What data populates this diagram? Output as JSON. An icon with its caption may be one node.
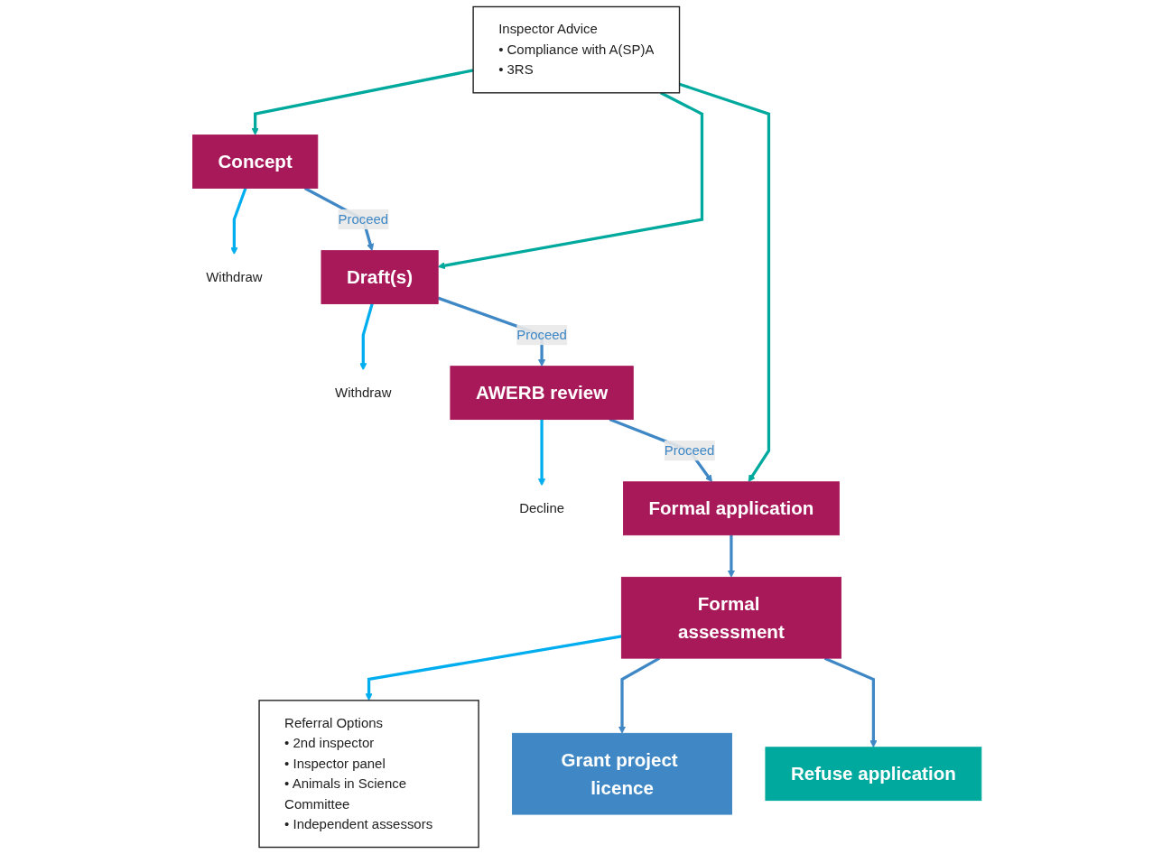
{
  "diagram": {
    "nodes": [
      {
        "text": [
          "Inspector Advice",
          "• Compliance with A(SP)A",
          "• 3RS"
        ]
      },
      {
        "text": [
          "Concept"
        ]
      },
      {
        "text": [
          "Withdraw"
        ]
      },
      {
        "text": [
          "Draft(s)"
        ]
      },
      {
        "text": [
          "Withdraw"
        ]
      },
      {
        "text": [
          "AWERB review"
        ]
      },
      {
        "text": [
          "Decline"
        ]
      },
      {
        "text": [
          "Formal application"
        ]
      },
      {
        "text": [
          "Referral Options",
          "• 2nd inspector",
          "• Inspector panel",
          "• Animals in Science Committee",
          "• Independent assessors"
        ]
      },
      {
        "text": [
          "Formal assessment"
        ]
      },
      {
        "text": [
          "Grant project licence"
        ]
      },
      {
        "text": [
          "Refuse application"
        ]
      }
    ],
    "edges": [
      {
        "from": 0,
        "to": 1,
        "arrow": "to",
        "color": "#00a99d"
      },
      {
        "from": 0,
        "to": 3,
        "arrow": "to",
        "color": "#00a99d"
      },
      {
        "from": 0,
        "to": 7,
        "arrow": "to",
        "color": "#00a99d"
      },
      {
        "from": 1,
        "to": 2,
        "arrow": "to",
        "color": "#00aeef"
      },
      {
        "from": 1,
        "to": 3,
        "arrow": "to",
        "label": "Proceed"
      },
      {
        "from": 3,
        "to": 4,
        "arrow": "to",
        "color": "#00aeef"
      },
      {
        "from": 3,
        "to": 5,
        "arrow": "to",
        "label": "Proceed"
      },
      {
        "from": 5,
        "to": 6,
        "arrow": "to",
        "color": "#00aeef"
      },
      {
        "from": 5,
        "to": 7,
        "arrow": "to",
        "label": "Proceed"
      },
      {
        "from": 7,
        "to": 9,
        "arrow": "to"
      },
      {
        "from": 9,
        "to": 8,
        "arrow": "to",
        "color": "#00aeef"
      },
      {
        "from": 9,
        "to": 10,
        "arrow": "to"
      },
      {
        "from": 9,
        "to": 11,
        "arrow": "to"
      }
    ]
  }
}
